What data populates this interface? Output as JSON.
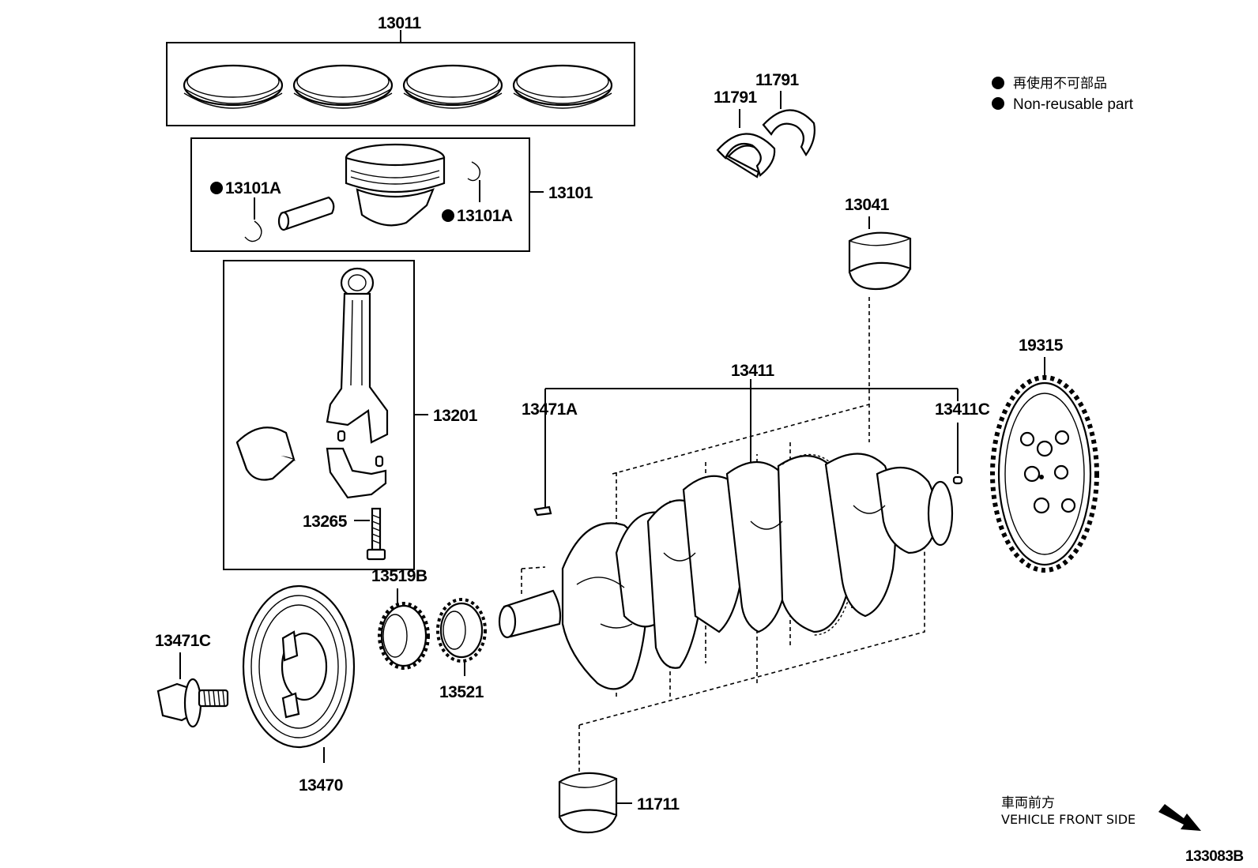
{
  "legend": {
    "line_jp": "再使用不可部品",
    "line_en": "Non-reusable part"
  },
  "direction": {
    "line_jp": "車両前方",
    "line_en": "VEHICLE FRONT SIDE"
  },
  "diagram_id": "133083B",
  "parts": {
    "p13011": "13011",
    "p13101": "13101",
    "p13101A_left": "13101A",
    "p13101A_right": "13101A",
    "p13201": "13201",
    "p13265": "13265",
    "p11791_left": "11791",
    "p11791_right": "11791",
    "p13041": "13041",
    "p13411": "13411",
    "p13471A": "13471A",
    "p13411C": "13411C",
    "p19315": "19315",
    "p13519B": "13519B",
    "p13471C": "13471C",
    "p13521": "13521",
    "p13470": "13470",
    "p11711": "11711"
  }
}
